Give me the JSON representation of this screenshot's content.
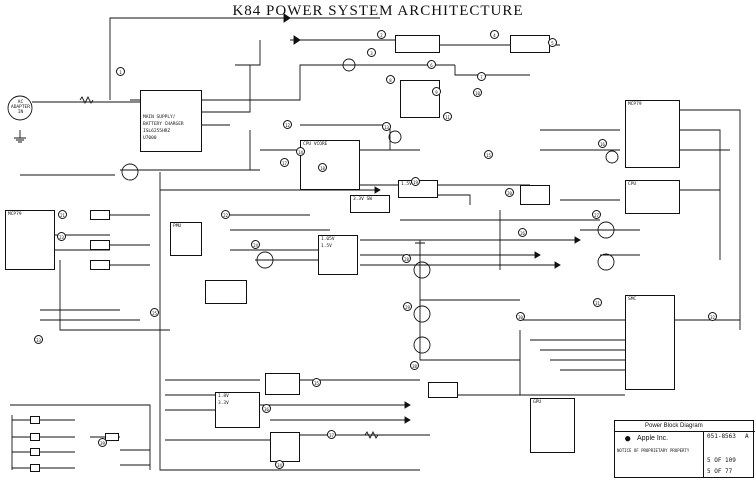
{
  "title": "K84 POWER SYSTEM ARCHITECTURE",
  "source": {
    "line1": "AC",
    "line2": "ADAPTER",
    "line3": "IN"
  },
  "blocks": {
    "charger": {
      "l1": "MAIN SUPPLY/",
      "l2": "BATTERY CHARGER",
      "l3": "ISL6255HRZ",
      "l4": "U7000"
    },
    "cpu_vcore": {
      "l1": "CPU VCORE"
    },
    "cpu": {
      "l1": "CPU"
    },
    "pmu": {
      "l1": "PMU"
    },
    "lvds": {
      "l1": "1.05V",
      "l2": "1.5V"
    },
    "ldo": {
      "l1": "1.8V",
      "l2": "3.3V"
    },
    "switch": {
      "l1": "3.3V SW"
    },
    "mcp": {
      "l1": "MCP79"
    },
    "smc": {
      "l1": "SMC"
    },
    "gpu": {
      "l1": "GPU"
    },
    "vreg5": {
      "l1": "1.5V"
    }
  },
  "circles": [
    "1",
    "2",
    "3",
    "4",
    "5",
    "6",
    "7",
    "8",
    "9",
    "10",
    "11",
    "12",
    "13",
    "14",
    "15",
    "16",
    "17",
    "18",
    "19",
    "20",
    "21",
    "22",
    "23",
    "24",
    "25",
    "26",
    "27",
    "28",
    "29",
    "30",
    "31",
    "32",
    "33",
    "34",
    "35",
    "36",
    "37",
    "38",
    "39"
  ],
  "titleblock": {
    "title": "Power Block Diagram",
    "company": "Apple Inc.",
    "notice": "NOTICE OF PROPRIETARY PROPERTY",
    "drawing": "051-8563",
    "rev": "A",
    "sheet": "5 OF 109",
    "page": "5 OF 77"
  }
}
